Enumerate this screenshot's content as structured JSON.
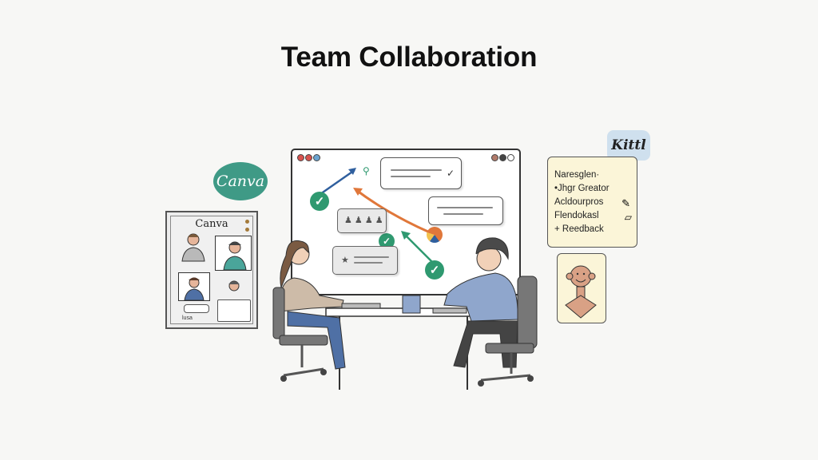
{
  "title": "Team Collaboration",
  "canva_badge": {
    "label": "Canva",
    "color": "#3f9a86"
  },
  "canva_board": {
    "title": "Canva",
    "photos": [
      "person-gray-shirt",
      "person-teal-shirt",
      "person-blue-shirt",
      "person-id-card"
    ],
    "footer_label": "lusa"
  },
  "workspace_window": {
    "left_dots": [
      "#d9534f",
      "#d9534f",
      "#6aa3d0"
    ],
    "right_dots": [
      "#b07a6a",
      "#444444",
      "#ffffff"
    ],
    "checkmarks": 4,
    "arrow_colors": {
      "blue": "#2f5f9e",
      "orange": "#e0773a",
      "green": "#2f9970"
    },
    "card_icons": "♟ ♟ ♟ ♟"
  },
  "kittl": {
    "tag_label": "Kittl",
    "tag_color": "#cfe0ee",
    "note_color": "#fbf5d8",
    "note_lines": [
      "Naresglen·",
      "•Jhgr Greator",
      "Acldourpros",
      "Flendokasl",
      "+ Reedback"
    ]
  },
  "scene": {
    "people": [
      "woman-left-with-laptop",
      "man-right-with-tablet"
    ],
    "desk_item": "pencil-cup"
  }
}
